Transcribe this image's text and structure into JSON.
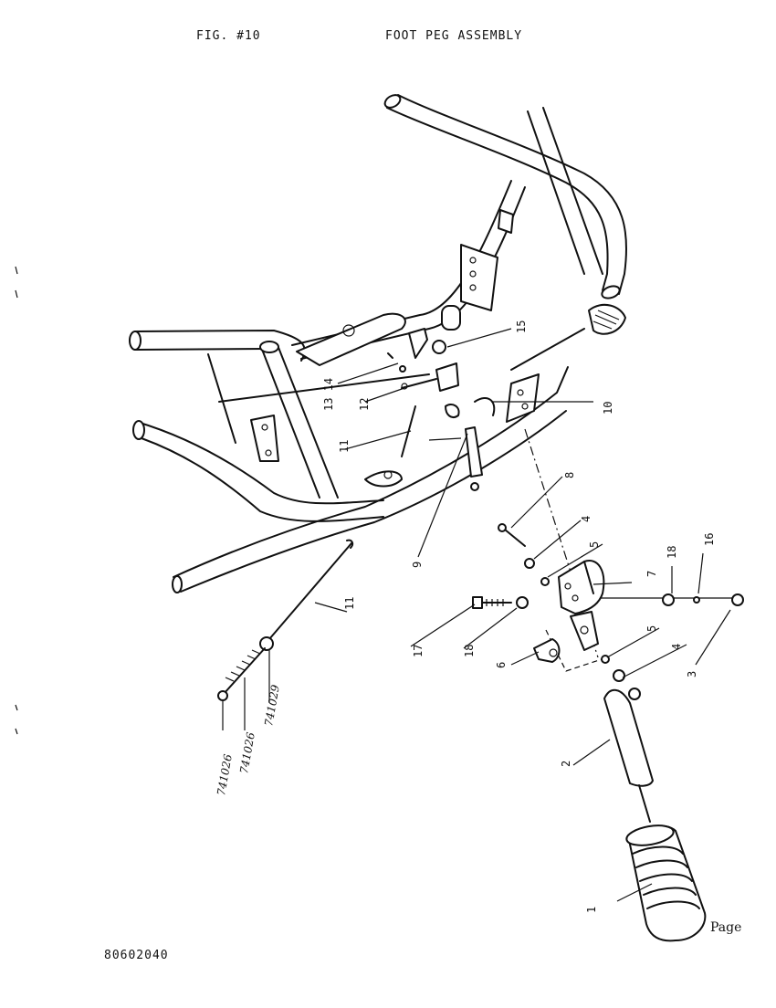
{
  "header": {
    "figure": "FIG. #10",
    "title": "FOOT PEG ASSEMBLY"
  },
  "footer": {
    "part_number": "80602040",
    "page_label": "Page"
  },
  "callouts": {
    "c1": "1",
    "c2": "2",
    "c3": "3",
    "c4a": "4",
    "c4b": "4",
    "c5a": "5",
    "c5b": "5",
    "c6": "6",
    "c7": "7",
    "c8": "8",
    "c9": "9",
    "c10": "10",
    "c11a": "11",
    "c11b": "11",
    "c12": "12",
    "c1314": "13 14",
    "c15": "15",
    "c16": "16",
    "c17": "17",
    "c18a": "18",
    "c18b": "18"
  },
  "handwritten": {
    "h1": "741026",
    "h2": "741026",
    "h3": "741029"
  }
}
